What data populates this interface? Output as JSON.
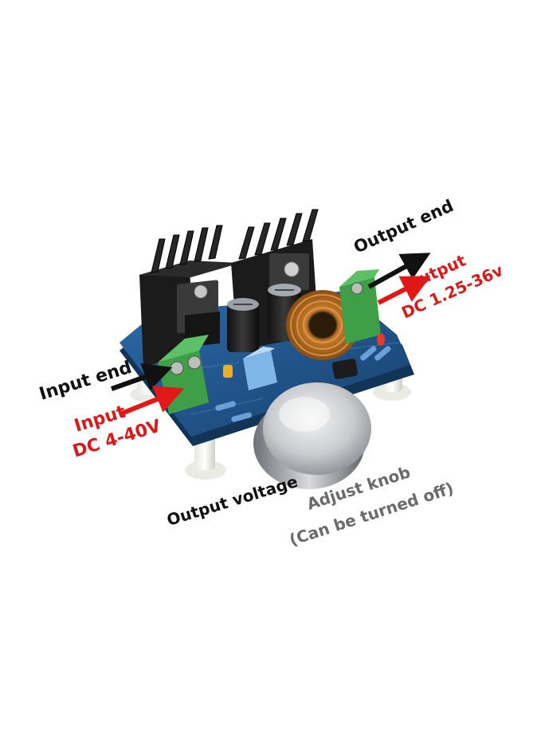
{
  "labels": {
    "input_end": "Input end",
    "input_title": "Input",
    "input_range": "DC 4-40V",
    "output_end": "Output end",
    "output_title": "Output",
    "output_range": "DC 1.25-36v",
    "output_voltage": "Output voltage",
    "adjust_knob": "Adjust knob",
    "adjust_knob_note": "(Can be turned off)"
  },
  "colors": {
    "background": "#ffffff",
    "pcb": "#1f4f86",
    "terminal": "#3fa34d",
    "heatsink": "#1d1d1d",
    "arrow_black": "#111111",
    "arrow_red": "#e01818",
    "label_black": "#111111",
    "label_red": "#d91a1a",
    "label_gray": "#6b6b6b"
  },
  "icons": {
    "input_arrow_black": "arrow-right-icon",
    "input_arrow_red": "arrow-right-icon",
    "output_arrow_black": "arrow-right-icon",
    "output_arrow_red": "arrow-right-icon"
  }
}
